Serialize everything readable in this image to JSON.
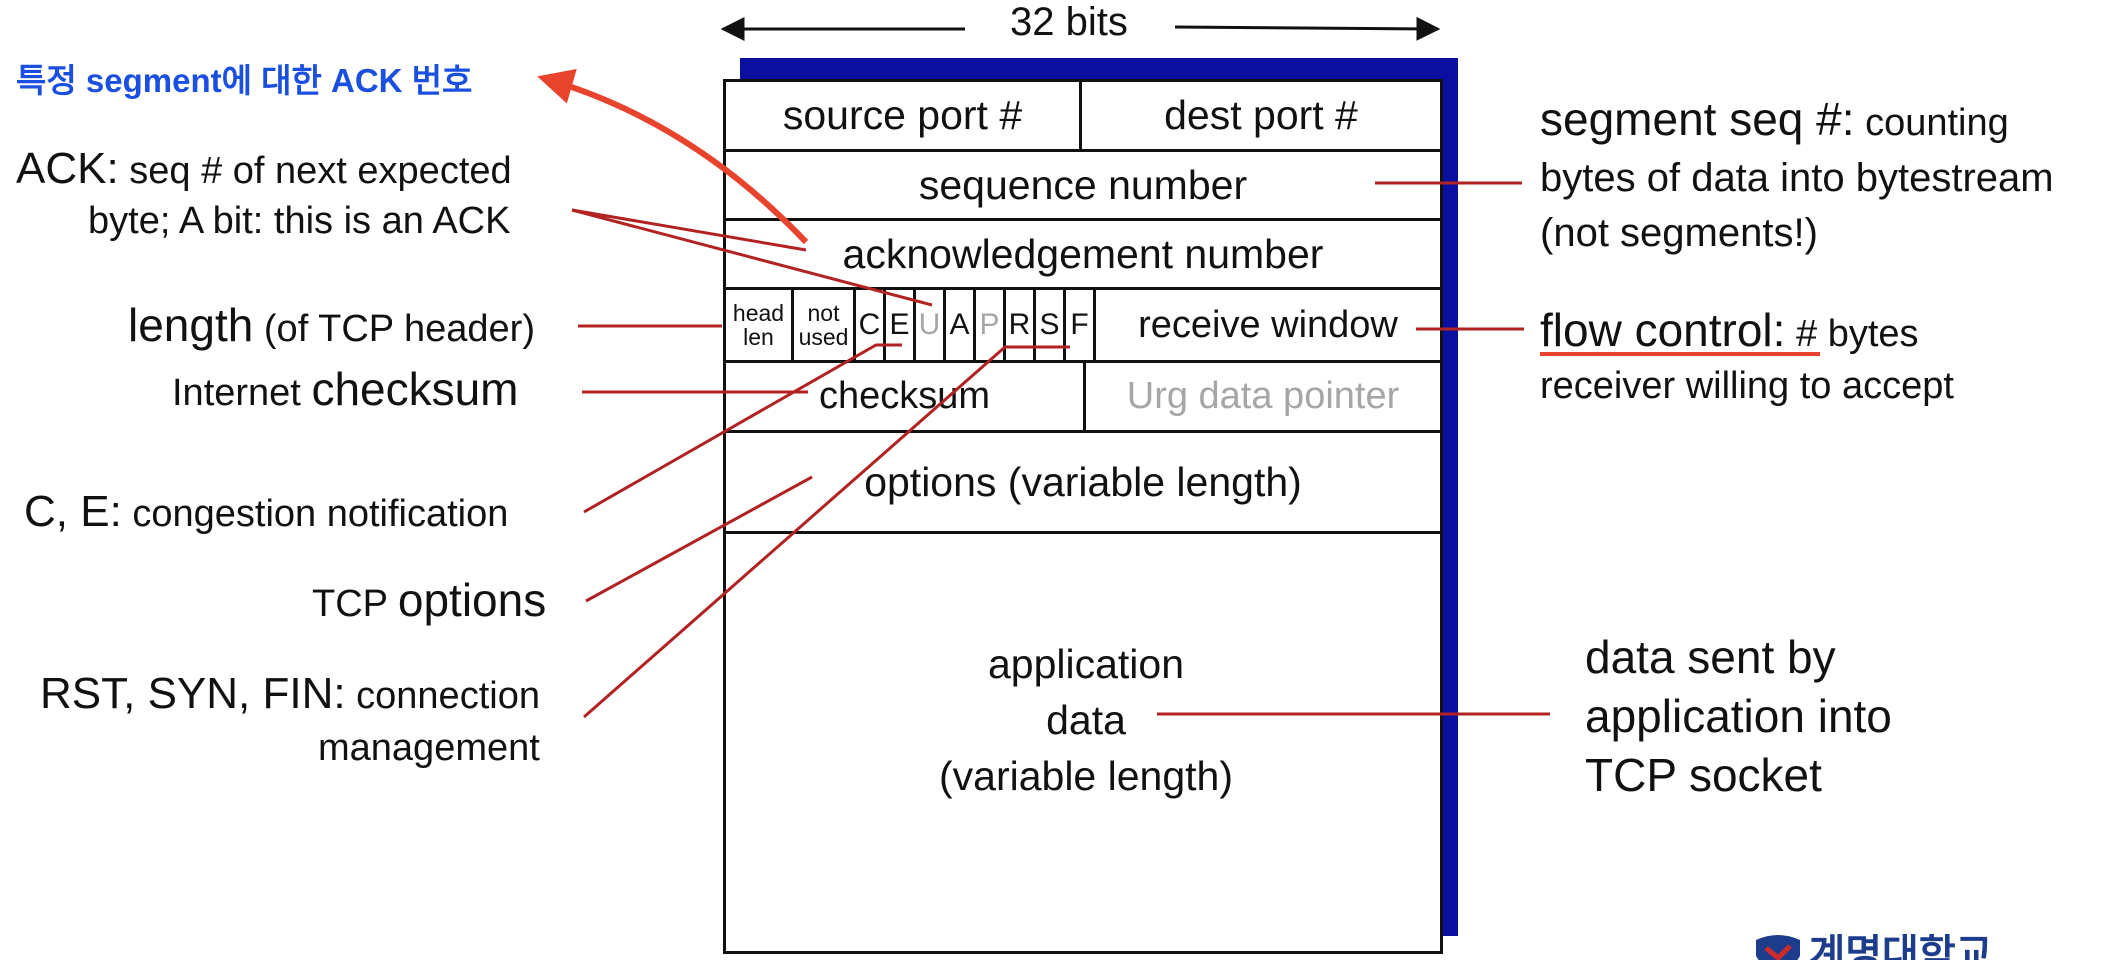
{
  "width_label": "32 bits",
  "korean_note": "특정 segment에 대한 ACK 번호",
  "fields": {
    "source_port": "source port #",
    "dest_port": "dest port #",
    "sequence_number": "sequence number",
    "ack_number": "acknowledgement number",
    "head_len": [
      "head",
      "len"
    ],
    "not_used": [
      "not",
      "used"
    ],
    "flags": [
      "C",
      "E",
      "U",
      "A",
      "P",
      "R",
      "S",
      "F"
    ],
    "receive_window": "receive window",
    "checksum": "checksum",
    "urg_pointer": "Urg data pointer",
    "options": "options (variable length)",
    "app_data": [
      "application",
      "data",
      "(variable length)"
    ]
  },
  "left_labels": {
    "ack_term": "ACK:",
    "ack_desc_1": "seq # of next expected",
    "ack_desc_2": "byte; A bit: this is an ACK",
    "length_term": "length",
    "length_desc": "(of TCP header)",
    "checksum_pre": "Internet",
    "checksum_term": "checksum",
    "ce_term": "C, E:",
    "ce_desc": "congestion notification",
    "options_pre": "TCP",
    "options_term": "options",
    "rsf_term": "RST, SYN, FIN:",
    "rsf_desc_1": "connection",
    "rsf_desc_2": "management"
  },
  "right_labels": {
    "seq_term": "segment seq  #:",
    "seq_desc_1": "counting",
    "seq_desc_2": "bytes of data into bytestream",
    "seq_desc_3": "(not segments!)",
    "flow_term": "flow control:",
    "flow_desc_1": "# bytes",
    "flow_desc_2": "receiver willing to accept",
    "data_1": "data sent by",
    "data_2": "application into",
    "data_3": "TCP socket"
  },
  "logo_text": "계명대학교",
  "colors": {
    "annotation_line": "#b22222",
    "highlight_arrow": "#e8432d",
    "korean_note": "#1a4fe0",
    "box_shadow": "#0b0fa0",
    "disabled_text": "#a6a6a6"
  }
}
